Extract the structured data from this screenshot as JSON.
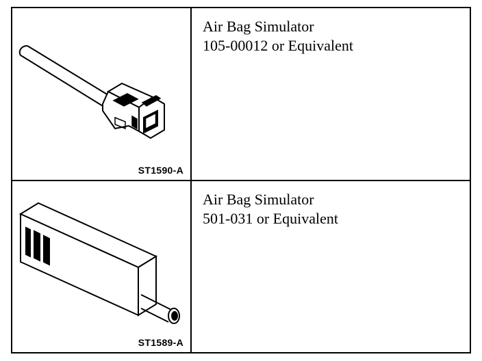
{
  "tools": [
    {
      "name": "Air Bag Simulator",
      "number": "105-00012 or Equivalent",
      "illustration_code": "ST1590-A",
      "illustration_icon": "connector-cable-icon"
    },
    {
      "name": "Air Bag Simulator",
      "number": "501-031 or Equivalent",
      "illustration_code": "ST1589-A",
      "illustration_icon": "simulator-block-icon"
    }
  ]
}
